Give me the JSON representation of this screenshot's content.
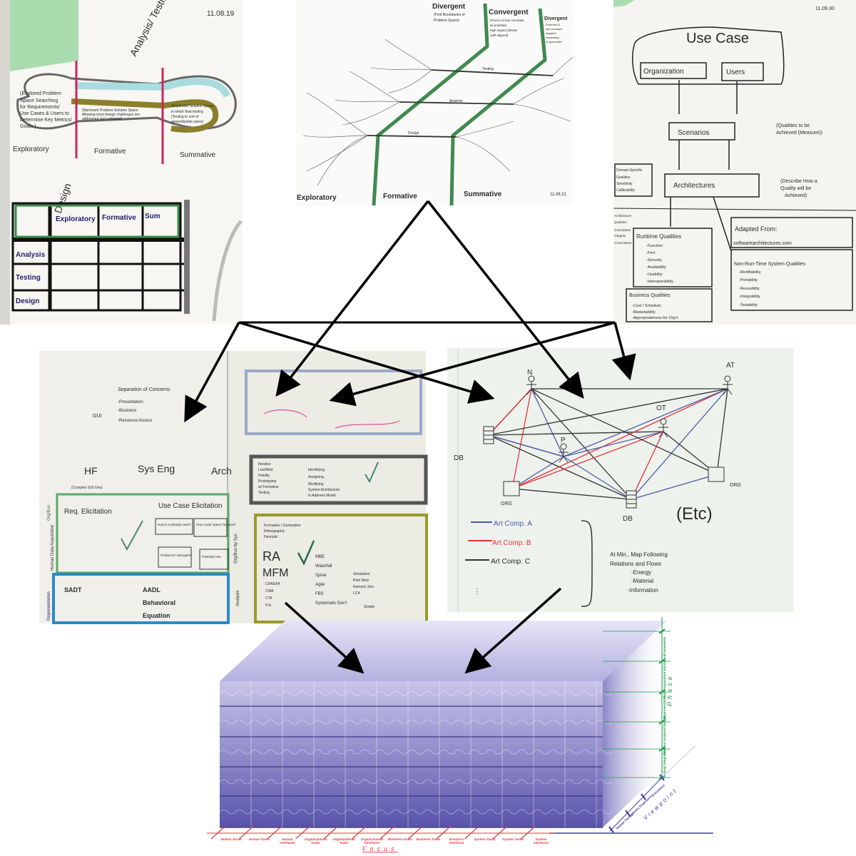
{
  "panel_a": {
    "date": "11.08.19",
    "analysis_testing": "Analysis/ Testing",
    "exploratory_note": [
      "(Explored Problem",
      "Space Searching",
      "for Requirements/",
      "Use Cases & Users to",
      "Determine Key Metrics/",
      "Goals.)"
    ],
    "formative_note": [
      "(Narrowed Problem-Solution Space",
      "Allowing most design challenges are",
      "addressed and validated)"
    ],
    "summative_note": [
      "(Expanded Solution Space",
      "in which final testing",
      "(Testing to sort of",
      "generalizable users)"
    ],
    "phases": [
      "Exploratory",
      "Formative",
      "Summative"
    ],
    "design": "Design",
    "grid_cols": [
      "Exploratory",
      "Formative",
      "Sum"
    ],
    "grid_rows": [
      "Analysis",
      "Testing",
      "Design"
    ]
  },
  "panel_b": {
    "divergent": "Divergent",
    "divergent_note": [
      "(Find Boundaries of",
      "Problem Space)"
    ],
    "convergent": "Convergent",
    "convergent_note": [
      "(Focus on key concepts",
      "w/ potential",
      "high impact (iterate",
      "until aligned)"
    ],
    "divergent2": "Divergent",
    "divergent2_note": [
      "Final test &",
      "key concepts",
      "targeted",
      "expanding",
      "to generalize"
    ],
    "streams": [
      "Testing",
      "Analysis",
      "Design"
    ],
    "phases": [
      "Exploratory",
      "Formative",
      "Summative"
    ],
    "date": "11.08.21"
  },
  "panel_c": {
    "date": "11.09.30",
    "title": "Use Case",
    "organization": "Organization",
    "users": "Users",
    "scenarios": "Scenarios",
    "qualities_note": [
      "(Qualities to be",
      "Achieved (Measure))"
    ],
    "architectures": "Architectures",
    "describe_note": [
      "(Describe How a",
      "Quality will be",
      "Achieved)"
    ],
    "domain_specific": [
      "Domain-Specific",
      "Qualities",
      "Sensitivity",
      "Calibrability"
    ],
    "architecture_qualities": [
      "Architecture",
      "Qualities",
      "Conceptual",
      "Integrity",
      "Correctness"
    ],
    "runtime_title": "Runtime Qualities",
    "runtime_items": [
      "-Function",
      "-Perf.",
      "-Security",
      "-Availability",
      "-Usability",
      "-Interoperability"
    ],
    "adapted_from": "Adapted From:",
    "source": "softwarearchitectures.com",
    "nonruntime_title": "Non-Run-Time System Qualities",
    "nonruntime_items": [
      "-Modifiability",
      "-Portability",
      "-Reusability",
      "-Integrability",
      "-Testability"
    ],
    "business_title": "Business Qualities",
    "business_items": [
      "-Cost / Schedule",
      "-Marketability",
      "-Appropriateness for Org'n"
    ]
  },
  "panel_d": {
    "separation_title": "Separation of Concerns",
    "gui": "GUI",
    "layers": [
      "-Presentation",
      "-Business",
      "-Resource Access"
    ],
    "columns": [
      "HF",
      "Sys Eng",
      "Arch"
    ],
    "hf_note": "(Complex GUI Des)",
    "req_elicitation": "Req. Elicitation",
    "use_case_elicitation": "Use Case Elicitation",
    "q1": "How is it already used?",
    "q2": "How could 'space' be used?",
    "q3": "Problems? Strengths?",
    "q4": "Potential Use",
    "side_labels": [
      "Human Data Acquisition",
      "Org/Bus",
      "Representation",
      "Analysis",
      "Org/Bus by Sys"
    ],
    "list1": [
      "Iterative",
      "Low/Med.",
      "Fidelity",
      "Prototyping",
      "w/ Formative",
      "Testing"
    ],
    "list2": [
      "Identifying,",
      "Assigning,",
      "Modifying",
      "System Architecture",
      "to Address Model"
    ],
    "list3": [
      "Formative / Summative",
      "Ethnographic",
      "Heuristic",
      "RA",
      "MFM",
      "CFA/EFA",
      "CWA",
      "CTA",
      "H.E."
    ],
    "list4": [
      "MBE",
      "Waterfall",
      "Spiral",
      "Agile",
      "FBS",
      "Systematic Dev't"
    ],
    "list5": [
      "Simulation",
      "Petri Nets",
      "Numeric Sim.",
      "LCA",
      "Simple"
    ],
    "list6": [
      "SADT",
      "AADL",
      "Behavioral",
      "Equation"
    ]
  },
  "panel_e": {
    "nodes": [
      "N",
      "AT",
      "OT",
      "P",
      "DB",
      "ORG",
      "DB",
      "ORG"
    ],
    "etc": "(Etc)",
    "legend": [
      {
        "label": "Art Comp. A",
        "color": "#4a5aa8"
      },
      {
        "label": "Art Comp. B",
        "color": "#e8323c"
      },
      {
        "label": "Art Comp. C",
        "color": "#333333"
      }
    ],
    "note": [
      "At Min., Map Following",
      "Relations and Flows",
      "-Energy",
      "-Material",
      "-Information"
    ]
  },
  "cube": {
    "focus_title": "Focus",
    "focus_labels": [
      "Human Goals",
      "Human Tasks",
      "Human Interfaces",
      "Organizational Goals",
      "Organizational Tasks",
      "Organizational Interfaces",
      "Business Goals",
      "Business Tasks",
      "Business Interfaces",
      "System Goals",
      "System Tasks",
      "System Interfaces"
    ],
    "phase_title": "Phase",
    "phase_labels": [
      "Frameworks",
      "Data Acquisition/ Elicitation",
      "Representation",
      "Detailed Analysis/ Design",
      "Testing/ Integration"
    ],
    "viewpoint_title": "Viewpoint",
    "viewpoint_labels": [
      "Architect",
      "Systems Engineering",
      "Human Factors"
    ],
    "colors": {
      "focus": "#e8323c",
      "phase": "#1a9a4a",
      "viewpoint": "#3a3aa0",
      "cube_top": "#c4c0e8",
      "cube_bottom": "#5550a8"
    }
  }
}
